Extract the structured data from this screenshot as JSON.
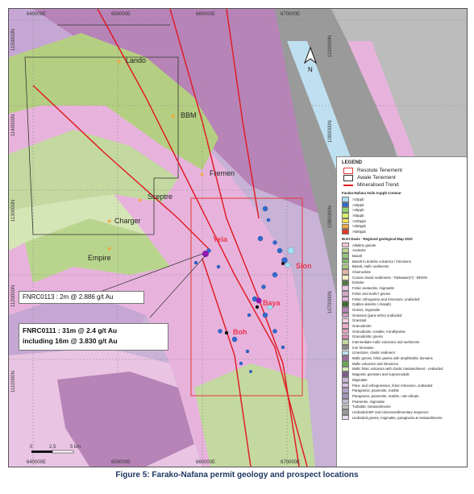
{
  "map": {
    "top_eastings": [
      "640000E",
      "650000E",
      "660000E",
      "670000E"
    ],
    "bottom_eastings": [
      "640000E",
      "650000E",
      "660000E",
      "670000E"
    ],
    "northings": [
      "1150000N",
      "1140000N",
      "1130000N",
      "1120000N",
      "1110000N",
      "1100000N",
      "1090000N",
      "1080000N",
      "1070000N"
    ],
    "north_arrow": "N",
    "prospects": [
      {
        "name": "Lando",
        "style": "plain"
      },
      {
        "name": "BBM",
        "style": "plain"
      },
      {
        "name": "Fremen",
        "style": "plain"
      },
      {
        "name": "Sceptre",
        "style": "plain"
      },
      {
        "name": "Charger",
        "style": "plain"
      },
      {
        "name": "Empire",
        "style": "plain"
      },
      {
        "name": "Yela",
        "style": "red"
      },
      {
        "name": "Sion",
        "style": "red"
      },
      {
        "name": "Baya",
        "style": "red"
      },
      {
        "name": "Boh",
        "style": "red"
      }
    ],
    "scale_bar": {
      "ticks": [
        "0",
        "2.5",
        "5 km"
      ]
    },
    "colors": {
      "tenement_resolute": "#e53935",
      "trend_line": "#e01f26",
      "felsic_pink": "#e7b3dc",
      "mauve": "#b784b8",
      "green": "#b5cf82",
      "purple": "#c8b2d6",
      "grey": "#9a9a9a"
    }
  },
  "callouts": {
    "fnrc0113": "FNRC0113 : 2m @ 2.886 g/t Au",
    "fnrc0111_line1": "FNRC0111 : 31m @ 2.4 g/t Au",
    "fnrc0111_line2": "including 16m @ 3.830 g/t Au"
  },
  "legend": {
    "title": "LEGEND",
    "main_items": [
      {
        "label": "Resolute Tenement",
        "color": "#e53935"
      },
      {
        "label": "Awale Tenement",
        "color": "#333333"
      },
      {
        "label": "Mineralised Trend",
        "color": "#e01f26"
      }
    ],
    "soils_heading": "Farako-Nafana Soils Auppb Contour",
    "soils": [
      {
        "label": ">10ppb",
        "color": "#a6e1f3"
      },
      {
        "label": ">20ppb",
        "color": "#2f6bd1"
      },
      {
        "label": ">30ppb",
        "color": "#8ed36e"
      },
      {
        "label": ">50ppb",
        "color": "#d9ef6a"
      },
      {
        "label": ">100ppb",
        "color": "#f6e35b"
      },
      {
        "label": ">250ppb",
        "color": "#f3a83a"
      },
      {
        "label": ">500ppb",
        "color": "#e0392b"
      }
    ],
    "geology_heading": "Brett Davis - Regional geological Map 2010",
    "geology": [
      {
        "label": "Alkaline granite",
        "color": "#f2c4d8"
      },
      {
        "label": "Andesite",
        "color": "#b9d58d"
      },
      {
        "label": "Basalt",
        "color": "#93c47d"
      },
      {
        "label": "Basalt to dolerite volcanics / intrusions",
        "color": "#7fb86a"
      },
      {
        "label": "Basalt, mafic sediments",
        "color": "#a8c87a"
      },
      {
        "label": "Charnockite",
        "color": "#e3b5a4"
      },
      {
        "label": "Coarse clastic sediments - Tarkwaian(?) - BRGM",
        "color": "#f6efc7"
      },
      {
        "label": "Dolerite",
        "color": "#4a7a3a"
      },
      {
        "label": "Felsic anatectite, migmatite",
        "color": "#e8c8e0"
      },
      {
        "label": "Felsic and mafic? gneiss",
        "color": "#d7a7c9"
      },
      {
        "label": "Felsic orthogneiss and intrusions, undivided",
        "color": "#e7b3dc"
      },
      {
        "label": "Gabbro-dolerite (+basalt)",
        "color": "#3e6b2f"
      },
      {
        "label": "Gneiss, migmatite",
        "color": "#b784b8"
      },
      {
        "label": "Gneisses (para-ortho) undivided",
        "color": "#cf9bc2"
      },
      {
        "label": "Granitoid",
        "color": "#f3cfe2"
      },
      {
        "label": "Granodiorite",
        "color": "#eab1c8"
      },
      {
        "label": "Granodiorite, tonalite, trondhjemite",
        "color": "#e4a0bd"
      },
      {
        "label": "Granodioritic gneiss",
        "color": "#d890b3"
      },
      {
        "label": "Intermediate mafic volcanics and sediments",
        "color": "#c3d9a0"
      },
      {
        "label": "Iron formation",
        "color": "#8a8a8a"
      },
      {
        "label": "Limestone, clastic sediment",
        "color": "#bfe0f0"
      },
      {
        "label": "Mafic gneiss, felsic gneiss with amphibolitic domains",
        "color": "#9c6b9c"
      },
      {
        "label": "Mafic volcanics and intrusions",
        "color": "#6aa84f"
      },
      {
        "label": "Mafic felsic volcanics with clastic metasediment - undivided",
        "color": "#d4e6b5"
      },
      {
        "label": "Magnetic gneisses and supracrustals",
        "color": "#7d5b8a"
      },
      {
        "label": "Migmatite",
        "color": "#c8b2d6"
      },
      {
        "label": "Para- and orthogneisses, felsic intrusions, undivided",
        "color": "#d9c1e3"
      },
      {
        "label": "Paragneiss, psammite, marble",
        "color": "#b2a3c8"
      },
      {
        "label": "Paragneiss, psammite, marble, calc-silicate",
        "color": "#a394bb"
      },
      {
        "label": "Psammite, migmatite",
        "color": "#c5b9d6"
      },
      {
        "label": "Turbiditic metasediments",
        "color": "#bcbcbc"
      },
      {
        "label": "Undivided BIF and volcanosedimentary sequence",
        "color": "#9a9a9a"
      },
      {
        "label": "Undivided gneiss, migmatite, paragneiss & metasediments",
        "color": "#e9dcef"
      }
    ]
  },
  "caption": "Figure 5:  Farako-Nafana permit geology and prospect locations"
}
